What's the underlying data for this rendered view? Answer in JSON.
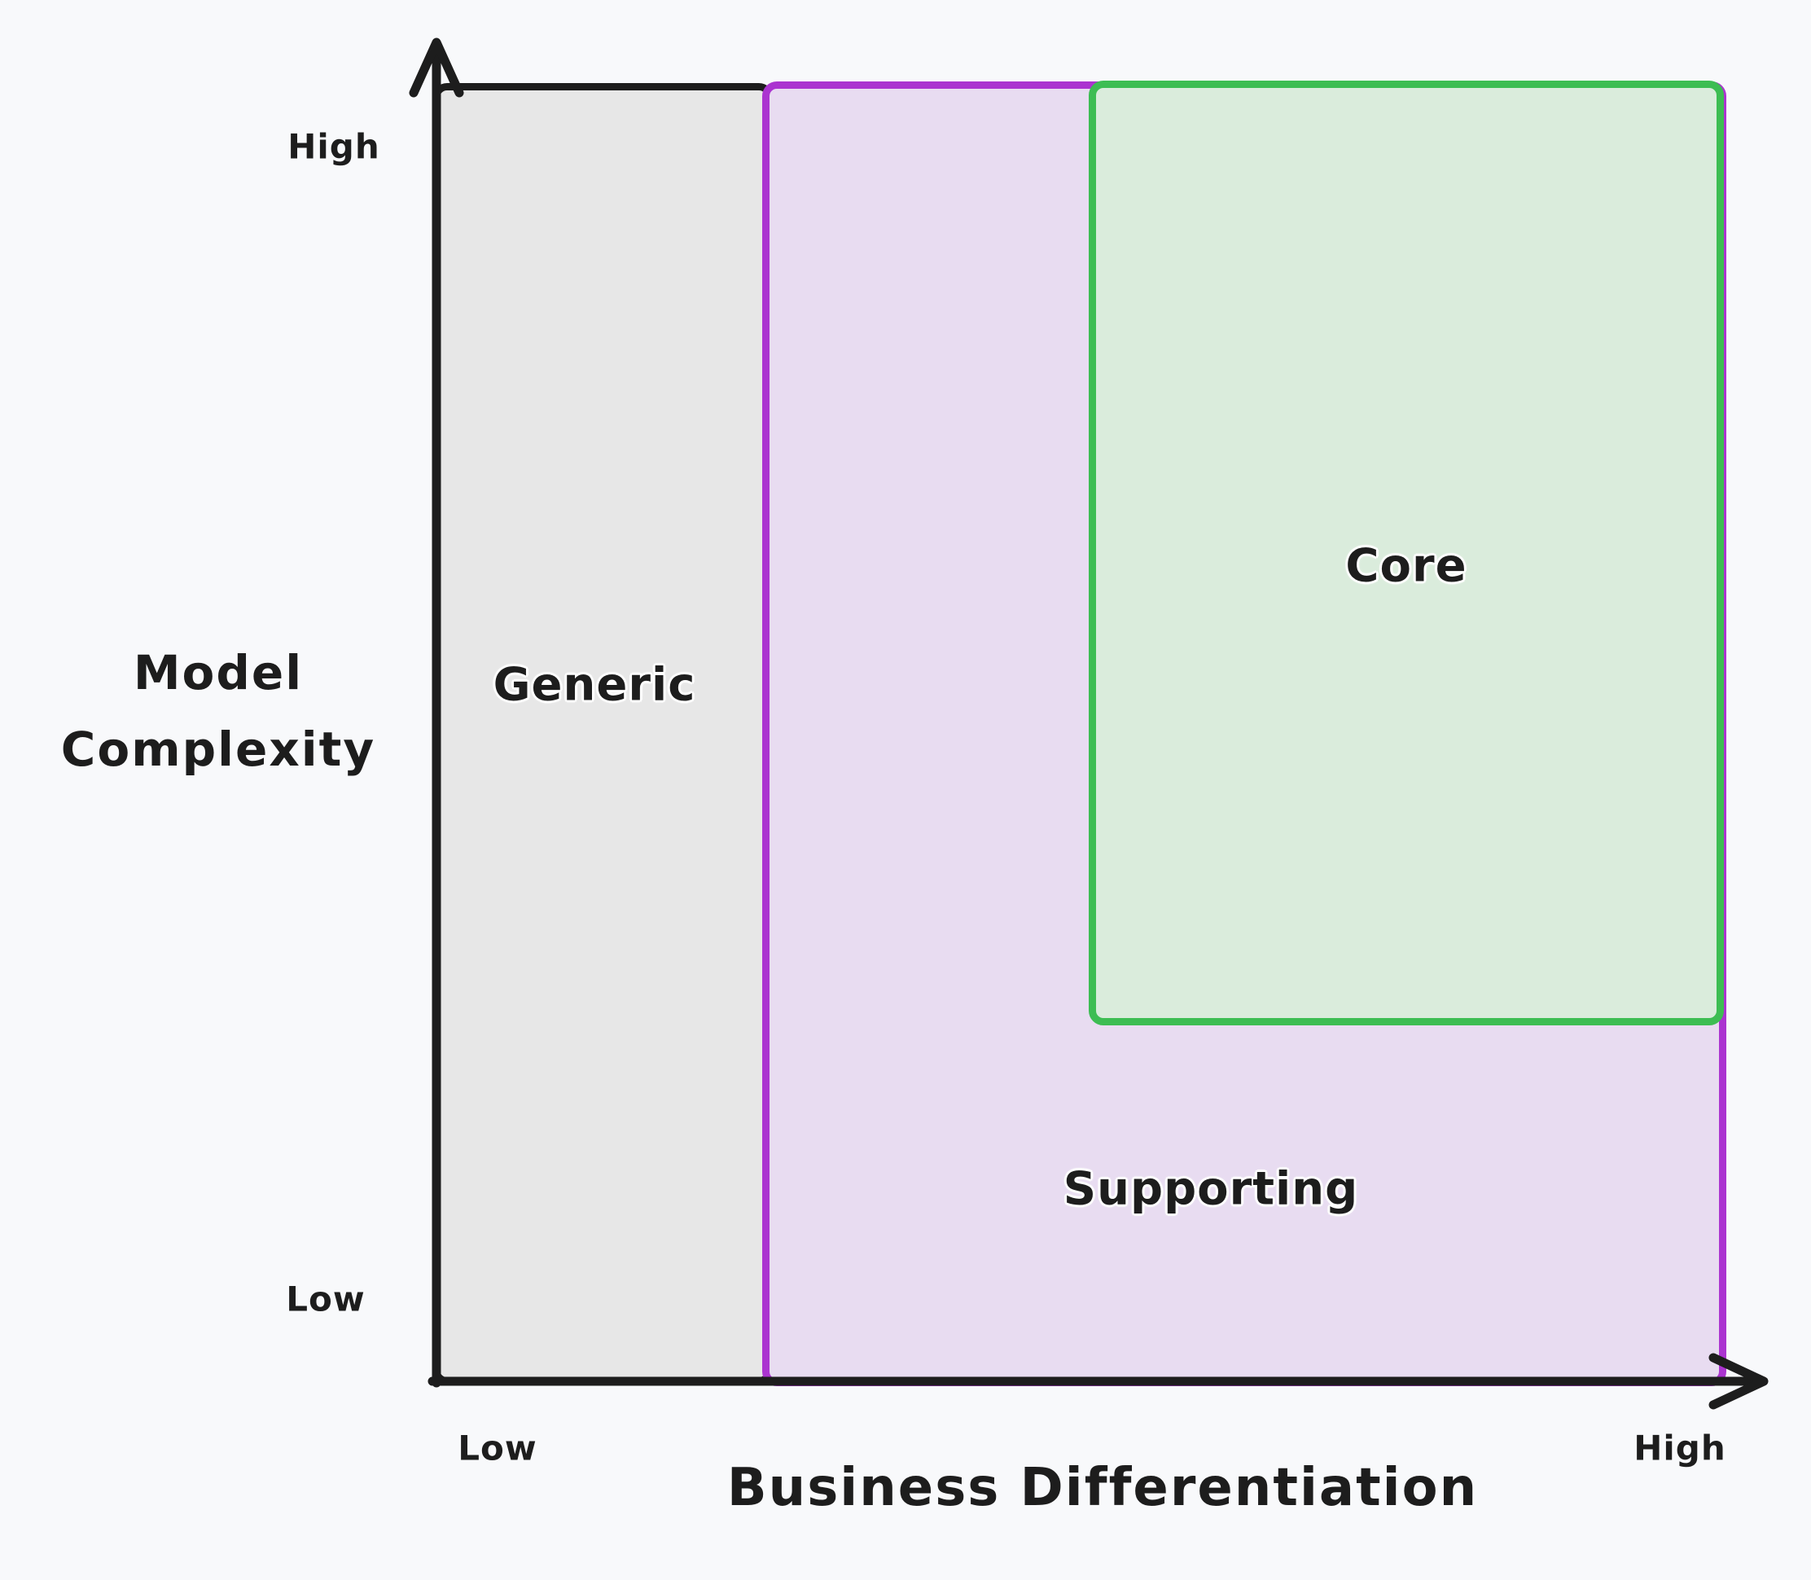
{
  "diagram": {
    "background_color": "#f8f9fb",
    "axis_color": "#1d1d1d",
    "x_axis": {
      "title": "Business Differentiation",
      "min_label": "Low",
      "max_label": "High"
    },
    "y_axis": {
      "title": "Model Complexity",
      "title_line1": "Model",
      "title_line2": "Complexity",
      "min_label": "Low",
      "max_label": "High"
    },
    "regions": [
      {
        "id": "generic",
        "label": "Generic",
        "fill_color": "#e7e7e7",
        "border_color": "#1d1d1d",
        "position": "low business differentiation, full model complexity range"
      },
      {
        "id": "supporting",
        "label": "Supporting",
        "fill_color": "#e8dcf1",
        "border_color": "#ab34d0",
        "position": "mid-to-high business differentiation, full model complexity range"
      },
      {
        "id": "core",
        "label": "Core",
        "fill_color": "#daecdc",
        "border_color": "#3dbd53",
        "position": "high business differentiation, mid-to-high model complexity"
      }
    ]
  }
}
